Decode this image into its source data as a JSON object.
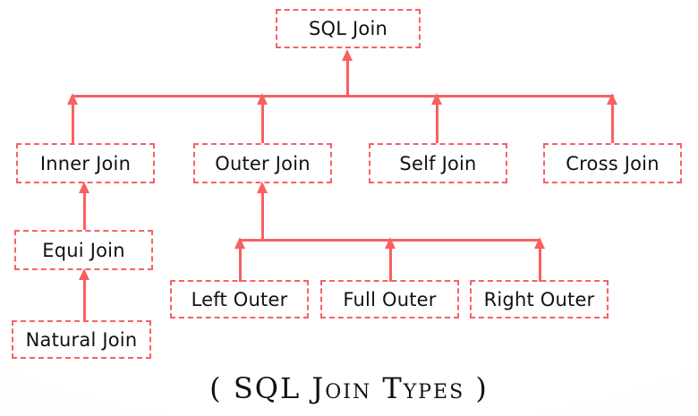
{
  "diagram": {
    "title": "SQL Join",
    "caption": "( SQL Join Types )",
    "accent_color": "#f96063",
    "text_color": "#111111",
    "background_color": "#ffffff",
    "border_style": "dashed",
    "nodes": {
      "root": {
        "label": "SQL Join"
      },
      "level2": [
        {
          "label": "Inner Join"
        },
        {
          "label": "Outer Join"
        },
        {
          "label": "Self Join"
        },
        {
          "label": "Cross Join"
        }
      ],
      "inner_children": [
        {
          "label": "Equi Join"
        },
        {
          "label": "Natural Join"
        }
      ],
      "outer_children": [
        {
          "label": "Left Outer"
        },
        {
          "label": "Full Outer"
        },
        {
          "label": "Right Outer"
        }
      ]
    },
    "edges": [
      {
        "from": "Inner Join",
        "to": "SQL Join"
      },
      {
        "from": "Outer Join",
        "to": "SQL Join"
      },
      {
        "from": "Self Join",
        "to": "SQL Join"
      },
      {
        "from": "Cross Join",
        "to": "SQL Join"
      },
      {
        "from": "Equi Join",
        "to": "Inner Join"
      },
      {
        "from": "Natural Join",
        "to": "Equi Join"
      },
      {
        "from": "Left Outer",
        "to": "Outer Join"
      },
      {
        "from": "Full Outer",
        "to": "Outer Join"
      },
      {
        "from": "Right Outer",
        "to": "Outer Join"
      }
    ]
  }
}
